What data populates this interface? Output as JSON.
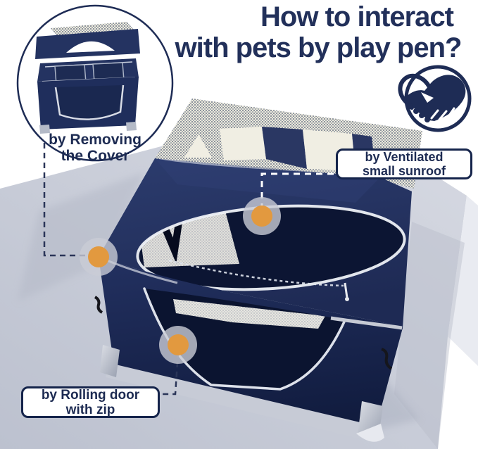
{
  "title": {
    "line1": "How to interact",
    "line2": "with pets by play pen?"
  },
  "callouts": {
    "remove_cover": {
      "line1": "by Removing",
      "line2": "the Cover"
    },
    "sunroof": {
      "line1": "by Ventilated",
      "line2": "small sunroof"
    },
    "door": {
      "line1": "by Rolling door",
      "line2": "with zip"
    }
  },
  "markers": {
    "count": 3,
    "color": "#E2993F",
    "positions": [
      "cover-left-corner",
      "sunroof-rim",
      "door-zip"
    ]
  },
  "icons": {
    "badge": "heart-handshake"
  },
  "colors": {
    "title_navy": "#22305A",
    "pen_navy": "#243363",
    "pen_dark": "#101B3D",
    "interior": "#0C1533",
    "mesh_fabric": "#ECEADA",
    "backdrop_gray": "#C6CBD6",
    "marker_orange": "#E2993F",
    "callout_border": "#15244B",
    "background": "#FFFFFF"
  }
}
